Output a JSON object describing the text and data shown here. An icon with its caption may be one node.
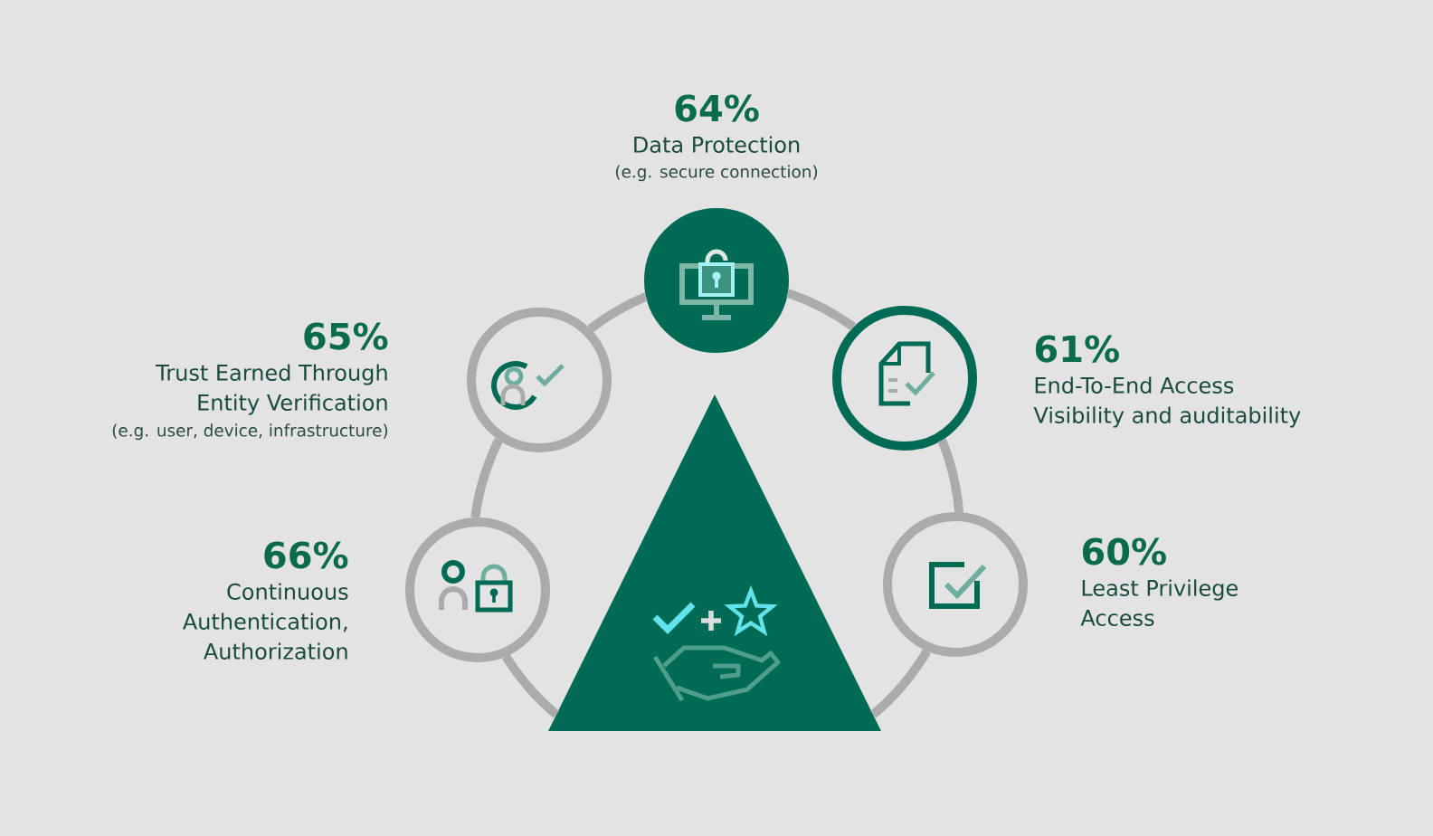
{
  "diagram": {
    "nodes": [
      {
        "text": [],
        "shape": "circle",
        "beside": [
          "64%",
          "Data Protection",
          "(e.g. secure connection)"
        ]
      },
      {
        "text": [],
        "shape": "circle",
        "beside": [
          "65%",
          "Trust Earned Through Entity Verification",
          "(e.g. user, device, infrastructure)"
        ]
      },
      {
        "text": [],
        "shape": "circle",
        "beside": [
          "61%",
          "End-To-End Access Visibility and auditability"
        ]
      },
      {
        "text": [],
        "shape": "circle",
        "beside": [
          "66%",
          "Continuous Authentication, Authorization"
        ]
      },
      {
        "text": [],
        "shape": "circle",
        "beside": [
          "60%",
          "Least Privilege Access"
        ]
      },
      {
        "text": [],
        "shape": "triangle"
      }
    ],
    "edges": [
      {
        "from": 3,
        "to": 1,
        "arrow": "none"
      },
      {
        "from": 1,
        "to": 0,
        "arrow": "none"
      },
      {
        "from": 0,
        "to": 2,
        "arrow": "none"
      },
      {
        "from": 2,
        "to": 4,
        "arrow": "none"
      },
      {
        "from": 3,
        "to": 5,
        "arrow": "none"
      },
      {
        "from": 4,
        "to": 5,
        "arrow": "none"
      }
    ]
  }
}
